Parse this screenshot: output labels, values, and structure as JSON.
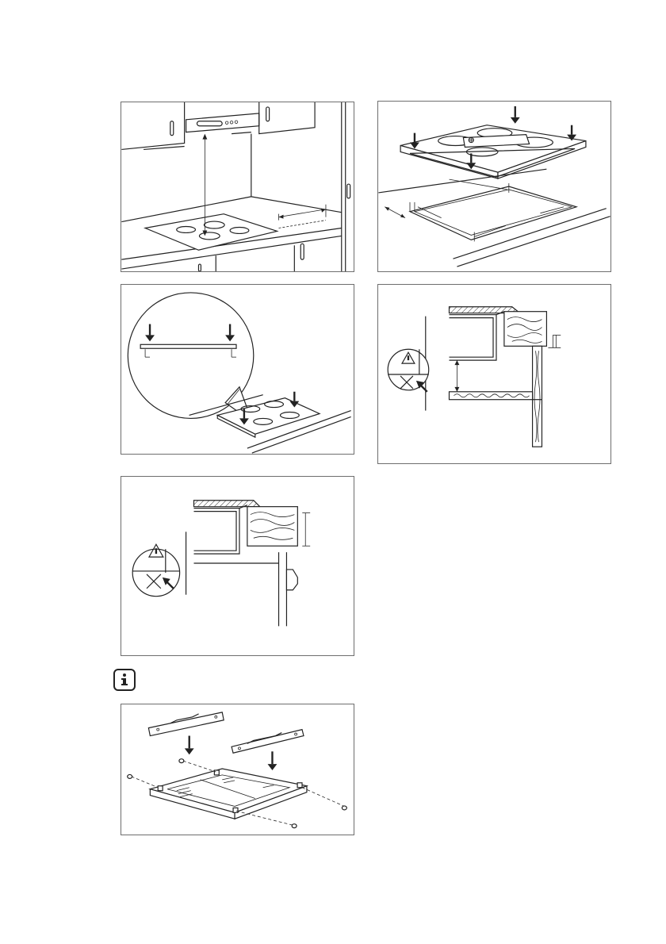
{
  "figures": [
    {
      "id": "cooker-hood-clearance",
      "icon": "hood-and-hob-clearance-illustration"
    },
    {
      "id": "hob-into-cutout",
      "icon": "hob-insertion-illustration"
    },
    {
      "id": "seal-press",
      "icon": "seal-press-detail-illustration"
    },
    {
      "id": "cabinet-drawer-section",
      "icon": "drawer-cross-section-illustration"
    },
    {
      "id": "cabinet-door-section",
      "icon": "door-cross-section-illustration"
    },
    {
      "id": "protection-box-assembly",
      "icon": "protection-box-assembly-illustration"
    }
  ],
  "info_icon": "info-icon",
  "colors": {
    "line": "#222222",
    "frame": "#6e6e6e",
    "background": "#ffffff"
  }
}
